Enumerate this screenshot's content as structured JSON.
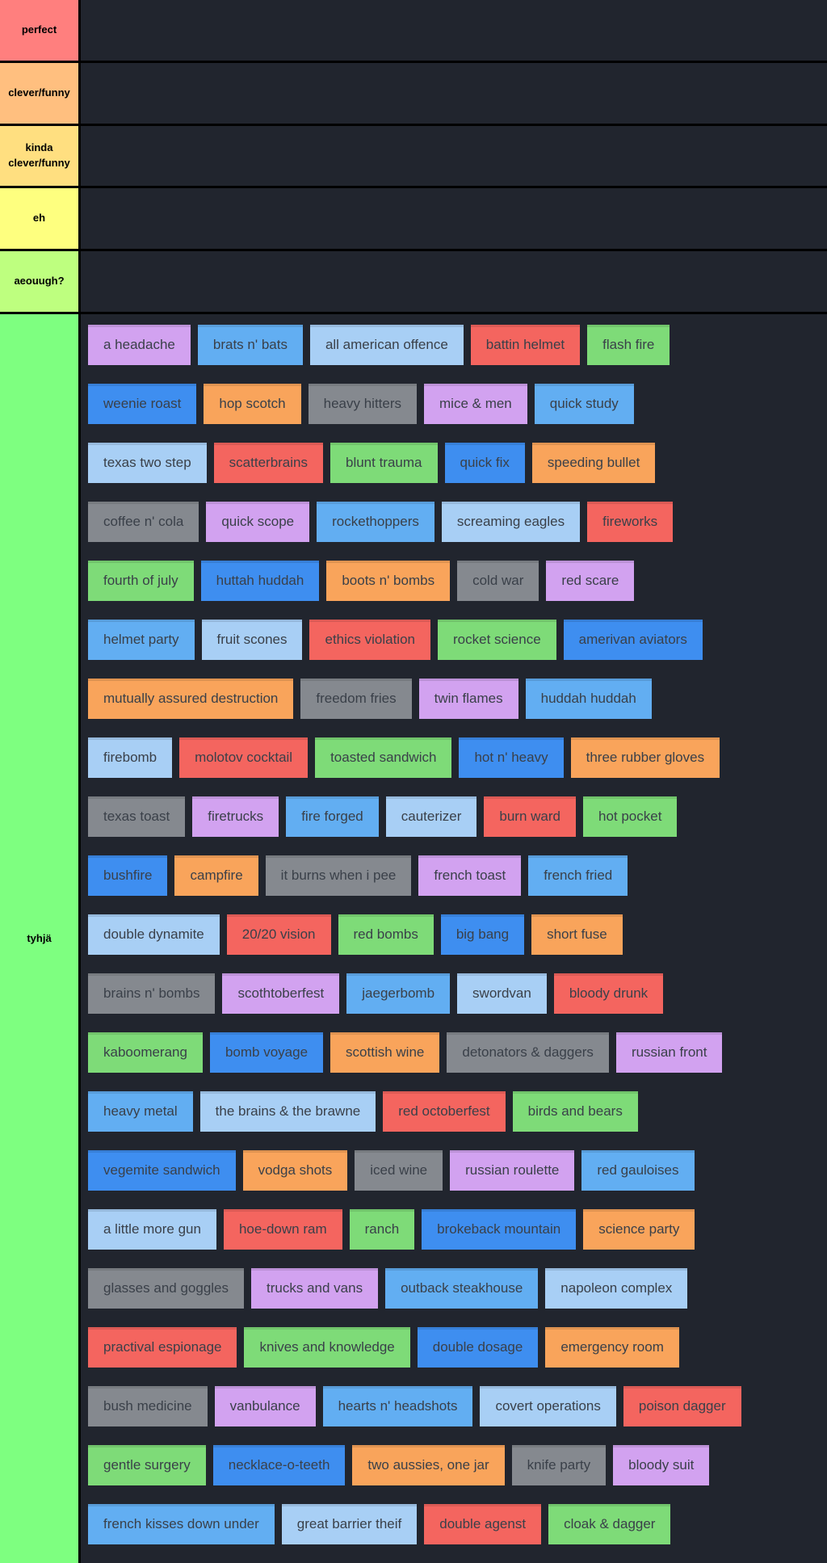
{
  "board": {
    "background": "#21252e",
    "grid_color": "#000000",
    "tile_text_color": "#3a4049",
    "palette": {
      "purple": "#d2a2f0",
      "skyblue": "#62aef2",
      "lightblue": "#a8cff5",
      "red": "#f4655f",
      "green": "#7edb78",
      "blue": "#3e8ef0",
      "orange": "#f9a45b",
      "gray": "#85898f"
    },
    "tiers": [
      {
        "label": "perfect",
        "color": "#ff7f7e",
        "rows": []
      },
      {
        "label": "clever/funny",
        "color": "#ffbf7f",
        "rows": []
      },
      {
        "label": "kinda clever/funny",
        "color": "#ffdf80",
        "rows": []
      },
      {
        "label": "eh",
        "color": "#feff7f",
        "rows": []
      },
      {
        "label": "aeouugh?",
        "color": "#beff7f",
        "rows": []
      },
      {
        "label": "tyhjä",
        "color": "#7eff80",
        "rows": [
          [
            {
              "label": "a headache",
              "color": "purple"
            },
            {
              "label": "brats n' bats",
              "color": "skyblue"
            },
            {
              "label": "all american offence",
              "color": "lightblue"
            },
            {
              "label": "battin helmet",
              "color": "red"
            },
            {
              "label": "flash fire",
              "color": "green"
            }
          ],
          [
            {
              "label": "weenie roast",
              "color": "blue"
            },
            {
              "label": "hop scotch",
              "color": "orange"
            },
            {
              "label": "heavy hitters",
              "color": "gray"
            },
            {
              "label": "mice & men",
              "color": "purple"
            },
            {
              "label": "quick study",
              "color": "skyblue"
            }
          ],
          [
            {
              "label": "texas two step",
              "color": "lightblue"
            },
            {
              "label": "scatterbrains",
              "color": "red"
            },
            {
              "label": "blunt trauma",
              "color": "green"
            },
            {
              "label": "quick fix",
              "color": "blue"
            },
            {
              "label": "speeding bullet",
              "color": "orange"
            }
          ],
          [
            {
              "label": "coffee n' cola",
              "color": "gray"
            },
            {
              "label": "quick scope",
              "color": "purple"
            },
            {
              "label": "rockethoppers",
              "color": "skyblue"
            },
            {
              "label": "screaming eagles",
              "color": "lightblue"
            },
            {
              "label": "fireworks",
              "color": "red"
            }
          ],
          [
            {
              "label": "fourth of july",
              "color": "green"
            },
            {
              "label": "huttah huddah",
              "color": "blue"
            },
            {
              "label": "boots n' bombs",
              "color": "orange"
            },
            {
              "label": "cold war",
              "color": "gray"
            },
            {
              "label": "red scare",
              "color": "purple"
            }
          ],
          [
            {
              "label": "helmet party",
              "color": "skyblue"
            },
            {
              "label": "fruit scones",
              "color": "lightblue"
            },
            {
              "label": "ethics violation",
              "color": "red"
            },
            {
              "label": "rocket science",
              "color": "green"
            },
            {
              "label": "amerivan aviators",
              "color": "blue"
            }
          ],
          [
            {
              "label": "mutually assured destruction",
              "color": "orange"
            },
            {
              "label": "freedom fries",
              "color": "gray"
            },
            {
              "label": "twin flames",
              "color": "purple"
            },
            {
              "label": "huddah huddah",
              "color": "skyblue"
            }
          ],
          [
            {
              "label": "firebomb",
              "color": "lightblue"
            },
            {
              "label": "molotov cocktail",
              "color": "red"
            },
            {
              "label": "toasted sandwich",
              "color": "green"
            },
            {
              "label": "hot n' heavy",
              "color": "blue"
            },
            {
              "label": "three rubber gloves",
              "color": "orange"
            }
          ],
          [
            {
              "label": "texas toast",
              "color": "gray"
            },
            {
              "label": "firetrucks",
              "color": "purple"
            },
            {
              "label": "fire forged",
              "color": "skyblue"
            },
            {
              "label": "cauterizer",
              "color": "lightblue"
            },
            {
              "label": "burn ward",
              "color": "red"
            },
            {
              "label": "hot pocket",
              "color": "green"
            }
          ],
          [
            {
              "label": "bushfire",
              "color": "blue"
            },
            {
              "label": "campfire",
              "color": "orange"
            },
            {
              "label": "it burns when i pee",
              "color": "gray"
            },
            {
              "label": "french toast",
              "color": "purple"
            },
            {
              "label": "french fried",
              "color": "skyblue"
            }
          ],
          [
            {
              "label": "double dynamite",
              "color": "lightblue"
            },
            {
              "label": "20/20 vision",
              "color": "red"
            },
            {
              "label": "red bombs",
              "color": "green"
            },
            {
              "label": "big bang",
              "color": "blue"
            },
            {
              "label": "short fuse",
              "color": "orange"
            }
          ],
          [
            {
              "label": "brains n' bombs",
              "color": "gray"
            },
            {
              "label": "scothtoberfest",
              "color": "purple"
            },
            {
              "label": "jaegerbomb",
              "color": "skyblue"
            },
            {
              "label": "swordvan",
              "color": "lightblue"
            },
            {
              "label": "bloody drunk",
              "color": "red"
            }
          ],
          [
            {
              "label": "kaboomerang",
              "color": "green"
            },
            {
              "label": "bomb voyage",
              "color": "blue"
            },
            {
              "label": "scottish wine",
              "color": "orange"
            },
            {
              "label": "detonators & daggers",
              "color": "gray"
            },
            {
              "label": "russian front",
              "color": "purple"
            }
          ],
          [
            {
              "label": "heavy metal",
              "color": "skyblue"
            },
            {
              "label": "the brains & the brawne",
              "color": "lightblue"
            },
            {
              "label": "red octoberfest",
              "color": "red"
            },
            {
              "label": "birds and bears",
              "color": "green"
            }
          ],
          [
            {
              "label": "vegemite sandwich",
              "color": "blue"
            },
            {
              "label": "vodga shots",
              "color": "orange"
            },
            {
              "label": "iced wine",
              "color": "gray"
            },
            {
              "label": "russian roulette",
              "color": "purple"
            },
            {
              "label": "red gauloises",
              "color": "skyblue"
            }
          ],
          [
            {
              "label": "a little more gun",
              "color": "lightblue"
            },
            {
              "label": "hoe-down ram",
              "color": "red"
            },
            {
              "label": "ranch",
              "color": "green"
            },
            {
              "label": "brokeback mountain",
              "color": "blue"
            },
            {
              "label": "science party",
              "color": "orange"
            }
          ],
          [
            {
              "label": "glasses and goggles",
              "color": "gray"
            },
            {
              "label": "trucks and vans",
              "color": "purple"
            },
            {
              "label": "outback steakhouse",
              "color": "skyblue"
            },
            {
              "label": "napoleon complex",
              "color": "lightblue"
            }
          ],
          [
            {
              "label": "practival espionage",
              "color": "red"
            },
            {
              "label": "knives and knowledge",
              "color": "green"
            },
            {
              "label": "double dosage",
              "color": "blue"
            },
            {
              "label": "emergency room",
              "color": "orange"
            }
          ],
          [
            {
              "label": "bush medicine",
              "color": "gray"
            },
            {
              "label": "vanbulance",
              "color": "purple"
            },
            {
              "label": "hearts n' headshots",
              "color": "skyblue"
            },
            {
              "label": "covert operations",
              "color": "lightblue"
            },
            {
              "label": "poison dagger",
              "color": "red"
            }
          ],
          [
            {
              "label": "gentle surgery",
              "color": "green"
            },
            {
              "label": "necklace-o-teeth",
              "color": "blue"
            },
            {
              "label": "two aussies, one jar",
              "color": "orange"
            },
            {
              "label": "knife party",
              "color": "gray"
            },
            {
              "label": "bloody suit",
              "color": "purple"
            }
          ],
          [
            {
              "label": "french kisses down under",
              "color": "skyblue"
            },
            {
              "label": "great barrier theif",
              "color": "lightblue"
            },
            {
              "label": "double agenst",
              "color": "red"
            },
            {
              "label": "cloak & dagger",
              "color": "green"
            }
          ]
        ]
      }
    ]
  }
}
